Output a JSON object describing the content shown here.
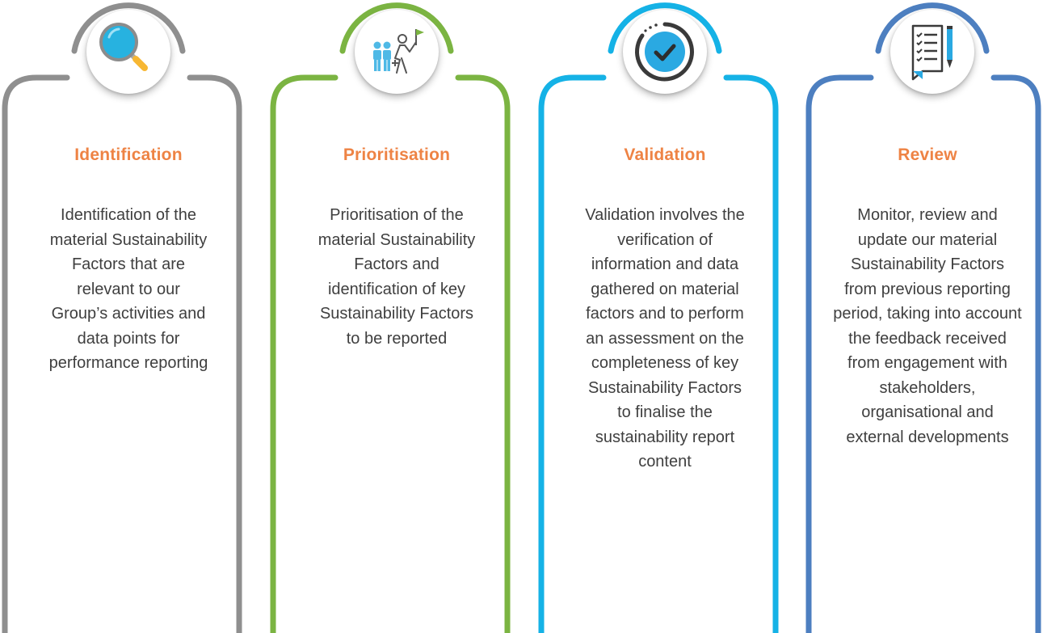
{
  "steps": [
    {
      "title": "Identification",
      "description": "Identification of the material Sustainability Factors that are relevant to our Group’s activities and data points for performance reporting",
      "color": "#8f8f8f",
      "icon": "magnifying-glass-icon"
    },
    {
      "title": "Prioritisation",
      "description": "Prioritisation of the material Sustainability Factors and identification of key Sustainability Factors to be reported",
      "color": "#7bb442",
      "icon": "people-leader-flag-icon"
    },
    {
      "title": "Validation",
      "description": "Validation involves the verification of information and data gathered on material factors and to perform an assessment on the completeness of key Sustainability Factors to finalise the sustainability report content",
      "color": "#15b2e6",
      "icon": "check-circle-icon"
    },
    {
      "title": "Review",
      "description": "Monitor, review and update our material Sustainability Factors from previous reporting period, taking into account the feedback received from engagement with stakeholders, organisational and external developments",
      "color": "#4d7fc0",
      "icon": "checklist-pencil-icon"
    }
  ]
}
